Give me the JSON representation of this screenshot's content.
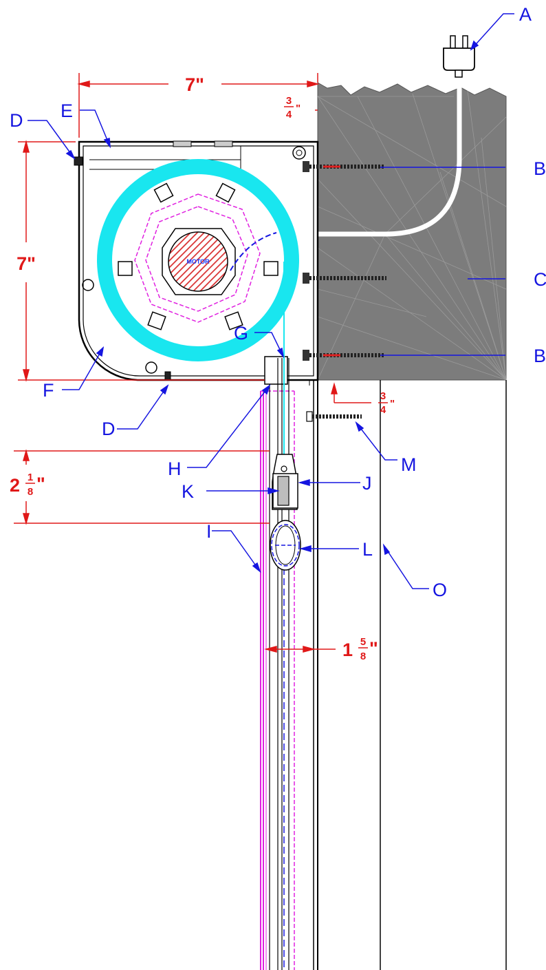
{
  "callouts": {
    "A": "A",
    "B_top": "B",
    "C": "C",
    "B_bottom": "B",
    "D_top": "D",
    "E": "E",
    "F": "F",
    "D_bottom": "D",
    "G": "G",
    "H": "H",
    "J": "J",
    "K": "K",
    "I": "I",
    "L": "L",
    "M": "M",
    "O": "O"
  },
  "dimensions": {
    "width": "7\"",
    "height": "7\"",
    "top_offset": {
      "num": "3",
      "den": "4",
      "unit": "\""
    },
    "bottom_offset": {
      "num": "3",
      "den": "4",
      "unit": "\""
    },
    "bar_height": {
      "whole": "2",
      "num": "1",
      "den": "8",
      "unit": "\""
    },
    "rail_width": {
      "whole": "1",
      "num": "5",
      "den": "8",
      "unit": "\""
    }
  },
  "motor_label": "MOTOR",
  "colors": {
    "callout": "#1515e0",
    "dimension": "#e01818",
    "roll": "#19e6ef",
    "drum": "#e020e0",
    "wall": "#7a7a7a",
    "motor": "#d93030"
  }
}
